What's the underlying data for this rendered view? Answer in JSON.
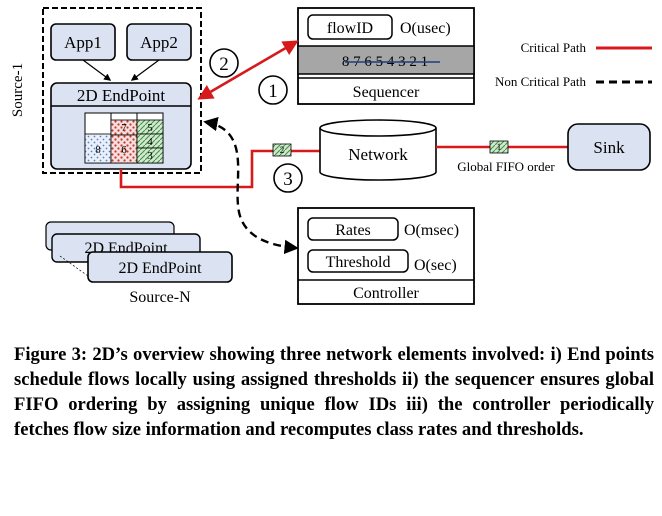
{
  "diagram": {
    "source1_label": "Source-1",
    "app1": "App1",
    "app2": "App2",
    "endpoint_label": "2D EndPoint",
    "queue_left": [
      "8"
    ],
    "queue_mid": [
      "7",
      "6"
    ],
    "queue_right": [
      "5",
      "4",
      "3"
    ],
    "sequencer": {
      "flowid_label": "flowID",
      "flowid_latency": "O(usec)",
      "ids": "8 7 6 5 4 3 2 1",
      "title": "Sequencer"
    },
    "controller": {
      "rates_label": "Rates",
      "rates_latency": "O(msec)",
      "threshold_label": "Threshold",
      "threshold_latency": "O(sec)",
      "title": "Controller"
    },
    "network_label": "Network",
    "sink_label": "Sink",
    "global_fifo_label": "Global FIFO order",
    "packet_near_source": "2",
    "packet_near_sink": "1",
    "step_labels": [
      "1",
      "2",
      "3"
    ],
    "sourceN_endpoints": [
      "2D EndPoint",
      "2D EndPoint"
    ],
    "sourceN_label": "Source-N",
    "legend": {
      "critical": "Critical Path",
      "noncritical": "Non Critical Path"
    },
    "colors": {
      "critical": "#d7191c",
      "box_fill": "#dbe3f2",
      "sequencer_fill": "#a6a6a6",
      "packet_green": "#7fc97f"
    }
  },
  "caption": "Figure 3: 2D’s overview showing three network elements involved: i) End points schedule flows locally using assigned thresholds ii) the sequencer ensures global FIFO ordering by assigning unique flow IDs iii) the controller periodically fetches flow size information and recomputes class rates and thresholds."
}
